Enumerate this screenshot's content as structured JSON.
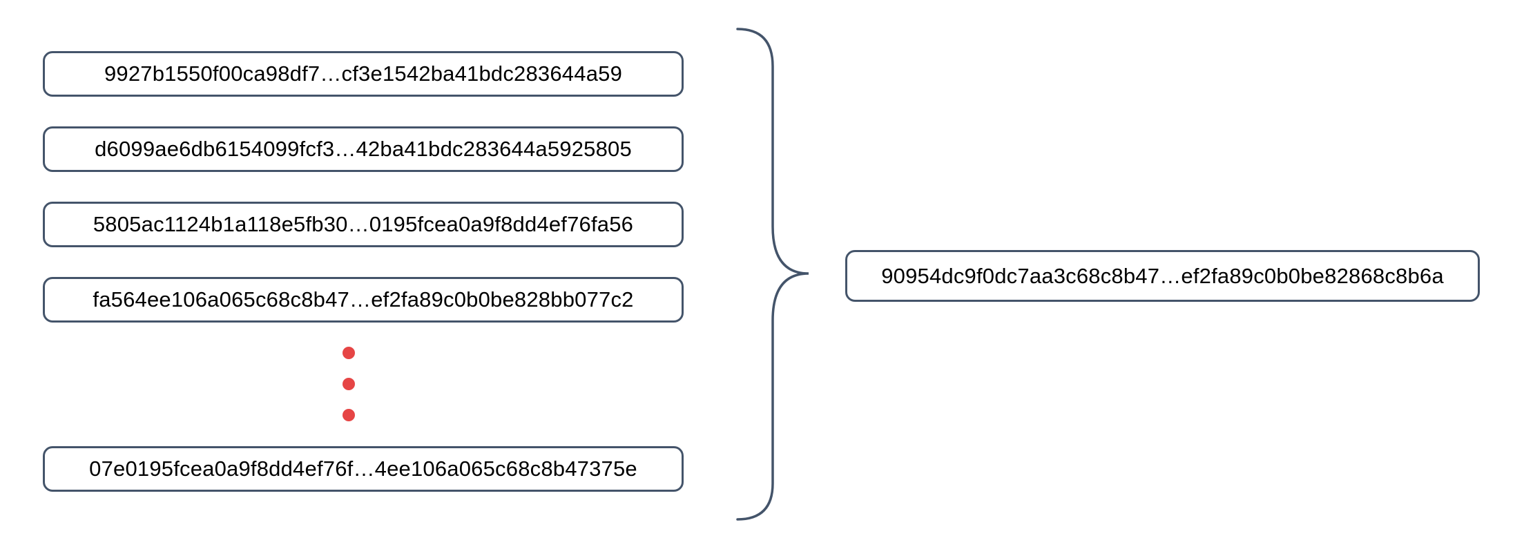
{
  "diagram": {
    "input_blocks": [
      {
        "text": "9927b1550f00ca98df7…cf3e1542ba41bdc283644a59"
      },
      {
        "text": "d6099ae6db6154099fcf3…42ba41bdc283644a5925805"
      },
      {
        "text": "5805ac1124b1a118e5fb30…0195fcea0a9f8dd4ef76fa56"
      },
      {
        "text": "fa564ee106a065c68c8b47…ef2fa89c0b0be828bb077c2"
      },
      {
        "text": "07e0195fcea0a9f8dd4ef76f…4ee106a065c68c8b47375e"
      }
    ],
    "ellipsis_dot_count": 3,
    "output_block": {
      "text": "90954dc9f0dc7aa3c68c8b47…ef2fa89c0b0be82868c8b6a"
    }
  },
  "colors": {
    "outline": "#44546a",
    "text": "#000000",
    "ellipsis_dot": "#e64545",
    "background": "#ffffff"
  }
}
